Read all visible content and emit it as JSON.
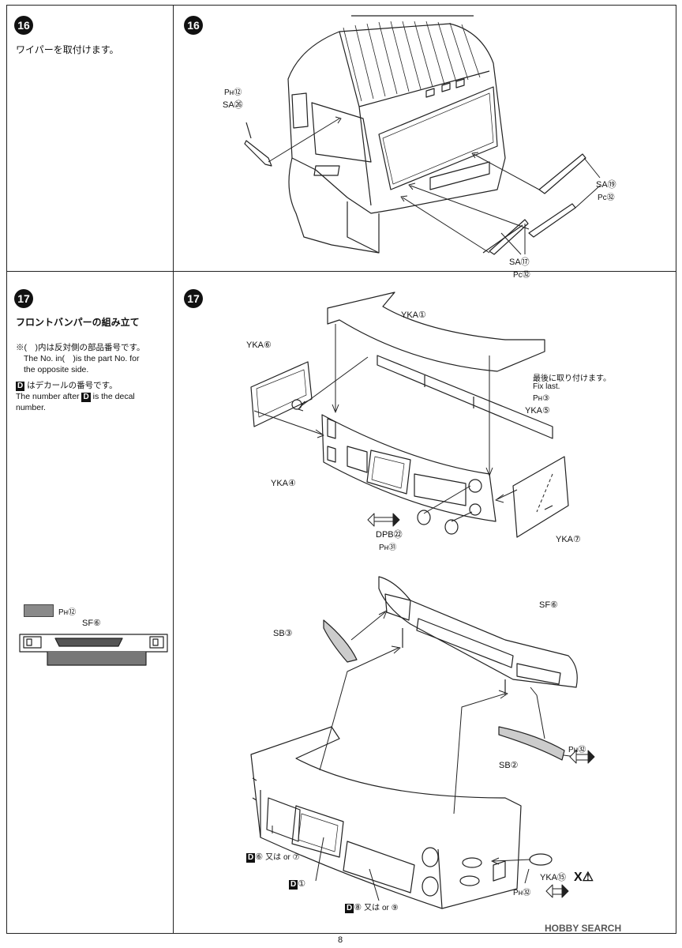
{
  "step16": {
    "number": "16",
    "title_jp": "ワイパーを取付けます。",
    "labels": {
      "ph12": "Pн⑫",
      "sa26": "SA㉖",
      "sa19": "SA⑲",
      "pc92a": "Pc㉜",
      "sa17": "SA⑰",
      "pc92b": "Pc㉜"
    }
  },
  "step17": {
    "number": "17",
    "title_jp": "フロントバンパーの組み立て",
    "note1_jp": "※(　)内は反対側の部品番号です。",
    "note1_en1": "The No. in(　)is the part No. for",
    "note1_en2": "the opposite side.",
    "note2_jp": "はデカールの番号です。",
    "note2_en1": "The number after",
    "note2_en2": "is the decal",
    "note2_en3": "number.",
    "d_box": "D",
    "swatch_label": "Pн⑫",
    "sf6_left": "SF⑥",
    "labels": {
      "yka1": "YKA①",
      "yka6": "YKA⑥",
      "last_jp": "最後に取り付けます。",
      "last_en": "Fix last.",
      "ph3": "Pн③",
      "yka5": "YKA⑤",
      "yka4": "YKA④",
      "dpb22": "DPB㉒",
      "ph91": "Pн㉛",
      "yka7": "YKA⑦",
      "sf6": "SF⑥",
      "sb3": "SB③",
      "sb2": "SB②",
      "ph92a": "Pн㉜",
      "d6": "⑥",
      "or7": "又は or ⑦",
      "d1": "①",
      "d8": "⑧",
      "or9": "又は or ⑨",
      "yka15": "YKA⑮",
      "x3": "X⚠",
      "ph92b": "Pн㉜"
    }
  },
  "page_number": "8",
  "watermark": "HOBBY SEARCH"
}
